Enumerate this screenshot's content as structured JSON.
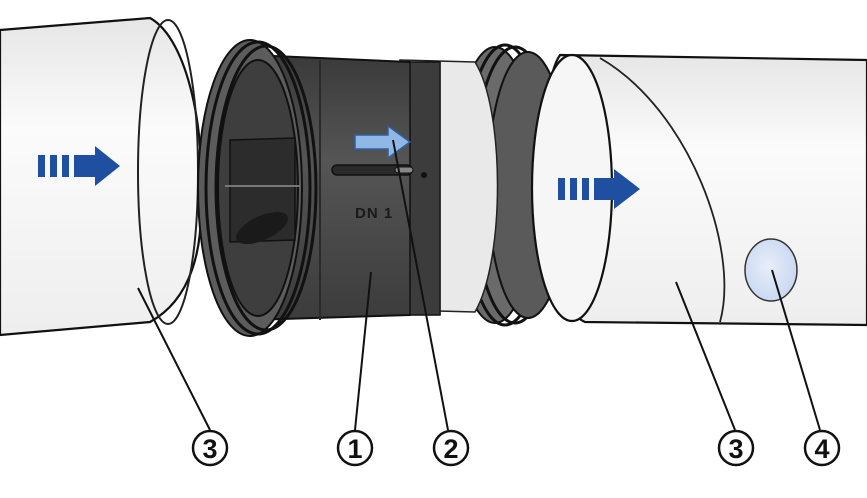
{
  "diagram": {
    "damper_marking": "DN 1",
    "callouts": [
      {
        "id": "damper",
        "label": "1"
      },
      {
        "id": "flow-arrow",
        "label": "2"
      },
      {
        "id": "duct-left",
        "label": "3"
      },
      {
        "id": "duct-right",
        "label": "3"
      },
      {
        "id": "inspection-window",
        "label": "4"
      }
    ],
    "colors": {
      "duct": "#f2f2f2",
      "damper_body": "#4a4a4a",
      "flow_arrow": "#1f4fa0",
      "damper_arrow": "#8fb8e6",
      "window": "#dbe6f7"
    }
  }
}
